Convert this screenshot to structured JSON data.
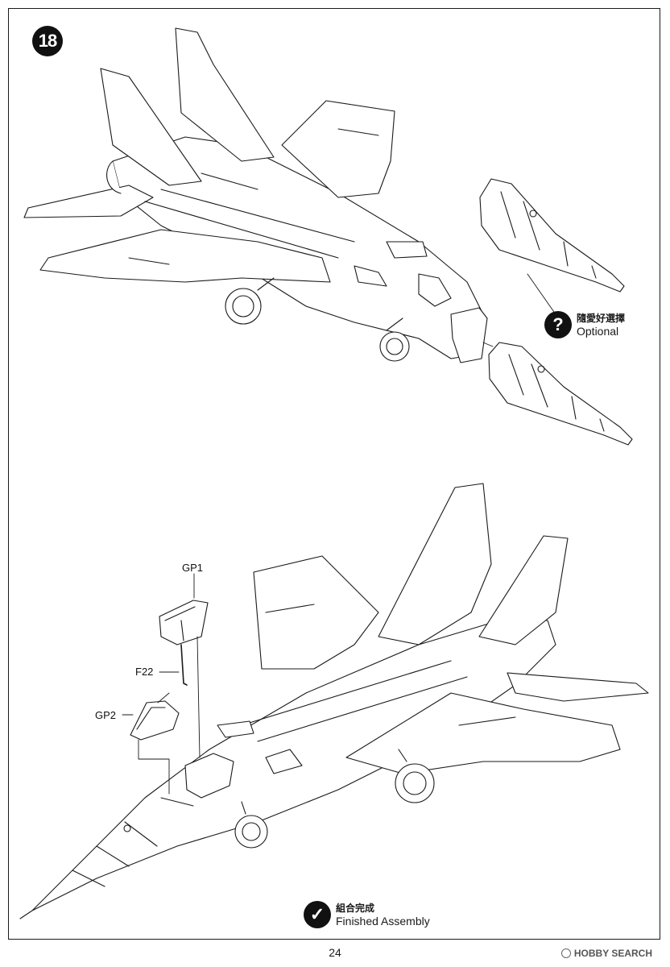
{
  "header": {
    "step_number": "18"
  },
  "optional_note": {
    "label_zh": "隨愛好選擇",
    "label_en": "Optional"
  },
  "part_labels": {
    "gp1": "GP1",
    "f22": "F22",
    "gp2": "GP2"
  },
  "finished_note": {
    "label_zh": "組合完成",
    "label_en": "Finished Assembly"
  },
  "footer": {
    "page_number": "24",
    "watermark": "HOBBY SEARCH"
  },
  "icons": {
    "optional": "question-mark-icon",
    "finished": "check-mark-icon"
  }
}
